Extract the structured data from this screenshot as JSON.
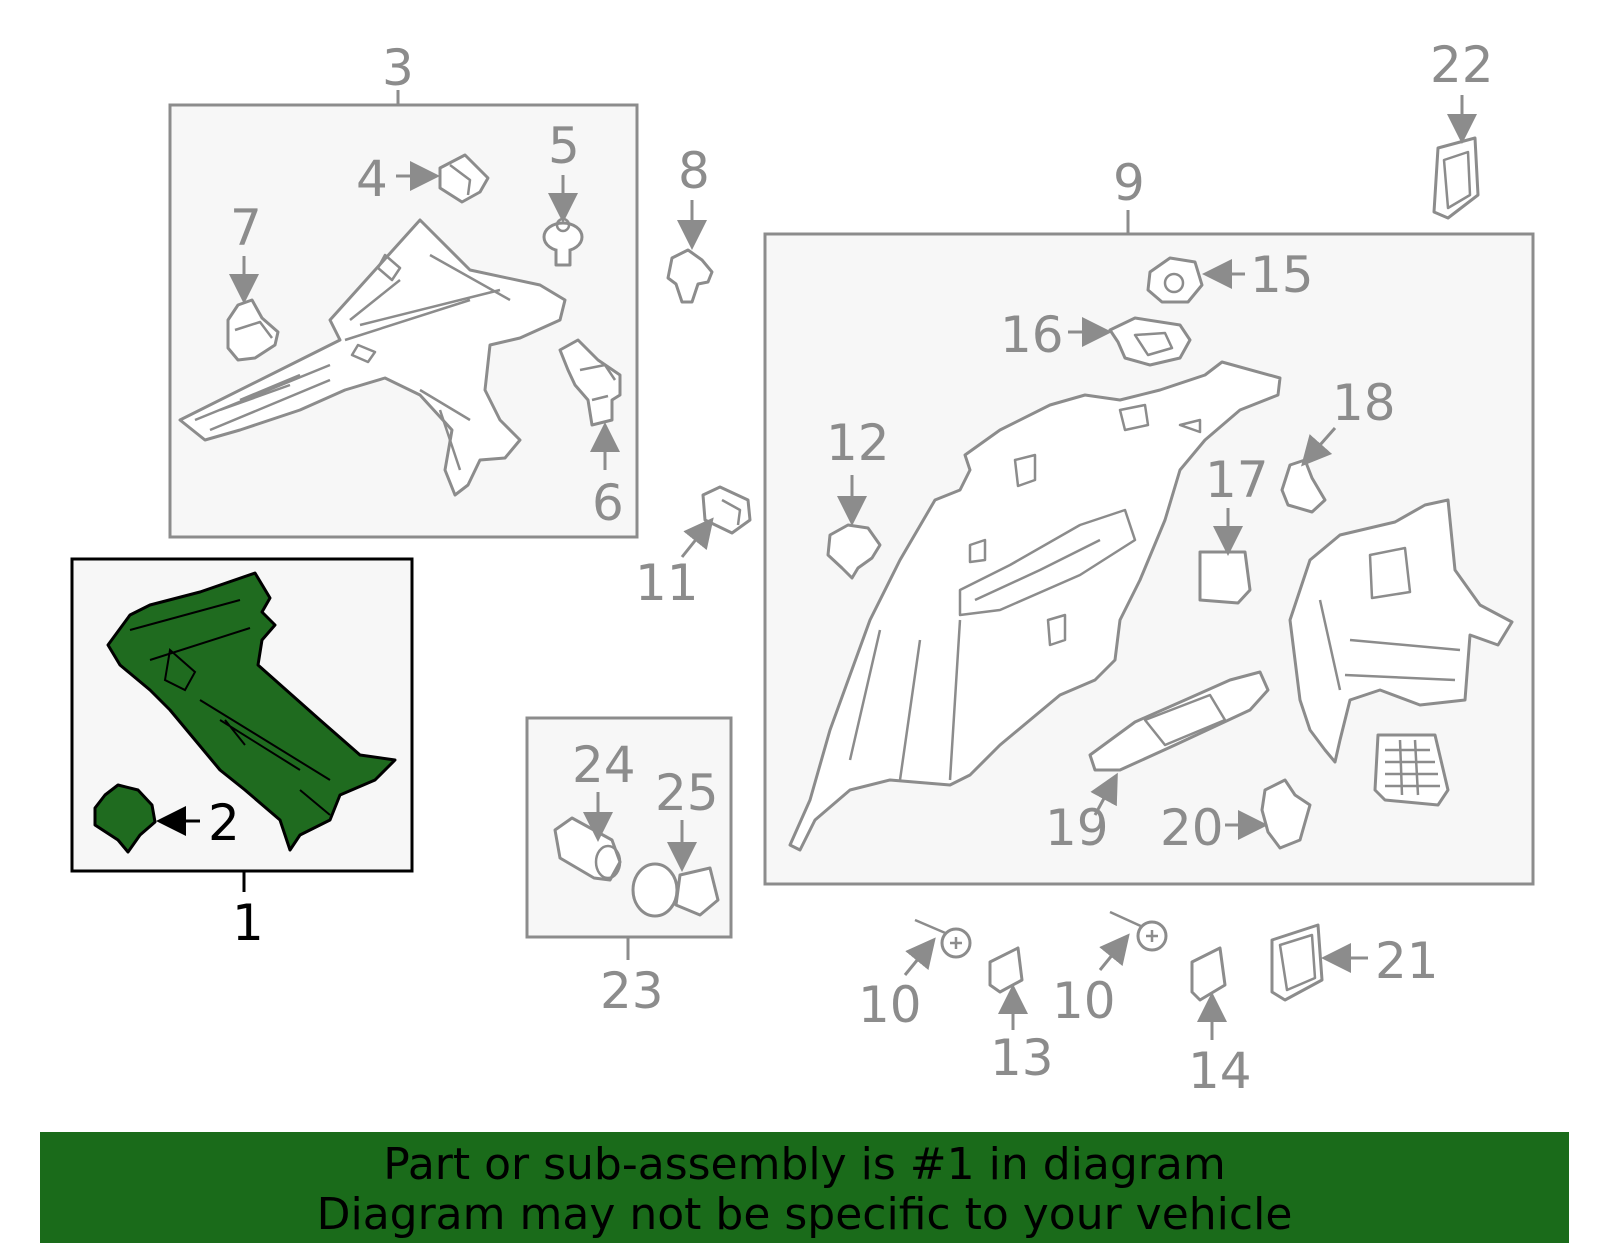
{
  "callouts": {
    "c1": "1",
    "c2": "2",
    "c3": "3",
    "c4": "4",
    "c5": "5",
    "c6": "6",
    "c7": "7",
    "c8": "8",
    "c9": "9",
    "c10a": "10",
    "c10b": "10",
    "c11": "11",
    "c12": "12",
    "c13": "13",
    "c14": "14",
    "c15": "15",
    "c16": "16",
    "c17": "17",
    "c18": "18",
    "c19": "19",
    "c20": "20",
    "c21": "21",
    "c22": "22",
    "c23": "23",
    "c24": "24",
    "c25": "25"
  },
  "banner": {
    "line1": "Part or sub-assembly is #1 in diagram",
    "line2": "Diagram may not be specific to your vehicle"
  },
  "colors": {
    "highlight": "#1f6b1f",
    "banner": "#1a6b1a",
    "line": "#8c8c8c"
  }
}
